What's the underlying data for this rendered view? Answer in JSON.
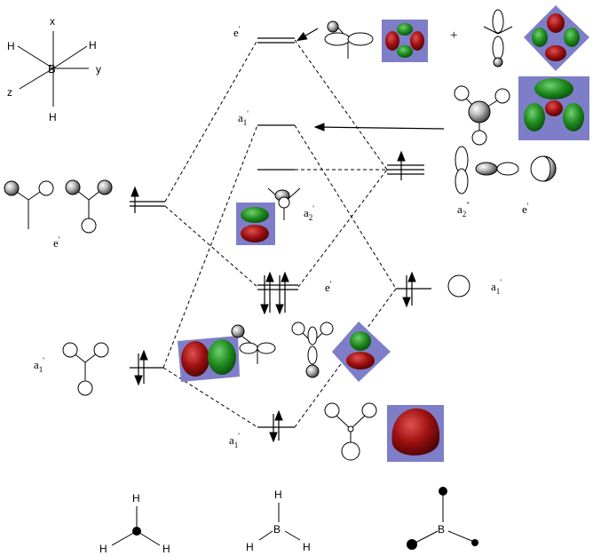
{
  "axes": {
    "x_label": "x",
    "y_label": "y",
    "z_label": "z",
    "center_atom": "B",
    "h_label": "H"
  },
  "levels": {
    "e_prime_top": {
      "label": "e",
      "prime": "'"
    },
    "a1_prime_mid": {
      "label": "a",
      "sub": "1",
      "prime": "'"
    },
    "a2_prime": {
      "label": "a",
      "sub": "2",
      "prime": "'"
    },
    "e_prime_bonding": {
      "label": "e",
      "prime": "'"
    },
    "a1_prime_bottom": {
      "label": "a",
      "sub": "1",
      "prime": "'"
    }
  },
  "left_fragment": {
    "e_prime": {
      "label": "e",
      "prime": "'"
    },
    "a1_prime": {
      "label": "a",
      "sub": "1",
      "prime": "'"
    }
  },
  "right_fragment": {
    "a2_double_prime": {
      "label": "a",
      "sub": "2",
      "prime": "\""
    },
    "e_prime": {
      "label": "e",
      "prime": "'"
    },
    "a1_prime": {
      "label": "a",
      "sub": "1",
      "prime": "'"
    }
  },
  "plus_sign": "+",
  "bottom_structures": {
    "s1": {
      "center": "",
      "h_labels": [
        "H",
        "H",
        "H"
      ]
    },
    "s2": {
      "center": "B",
      "h_labels": [
        "H",
        "H",
        "H"
      ]
    },
    "s3": {
      "center": "B"
    }
  },
  "colors": {
    "orbital_box": "#7e7ec8",
    "orbital_positive": "#9c0f0f",
    "orbital_negative": "#1e8a1e"
  }
}
